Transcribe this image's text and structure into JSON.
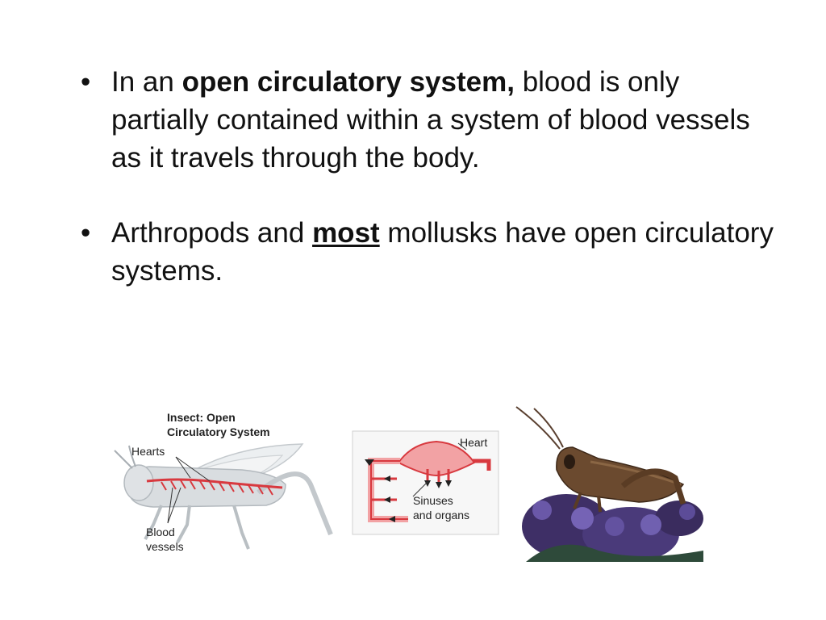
{
  "bullets": [
    {
      "parts": [
        {
          "text": "In an ",
          "style": "normal"
        },
        {
          "text": "open circulatory system,",
          "style": "bold"
        },
        {
          "text": " blood is only partially contained within a system of blood vessels as it travels through the body.",
          "style": "normal"
        }
      ]
    },
    {
      "parts": [
        {
          "text": "Arthropods and ",
          "style": "normal"
        },
        {
          "text": "most",
          "style": "bold-underline"
        },
        {
          "text": " mollusks have open circulatory systems.",
          "style": "normal"
        }
      ]
    }
  ],
  "insect_figure": {
    "title_line1": "Insect: Open",
    "title_line2": "Circulatory System",
    "label_hearts": "Hearts",
    "label_blood_line1": "Blood",
    "label_blood_line2": "vessels"
  },
  "flow_diagram": {
    "label_heart": "Heart",
    "label_sinuses_line1": "Sinuses",
    "label_sinuses_line2": "and organs"
  },
  "colors": {
    "vessel_red": "#d8393f",
    "vessel_pink": "#f2a2a4",
    "body_grey": "#d9dde0"
  }
}
